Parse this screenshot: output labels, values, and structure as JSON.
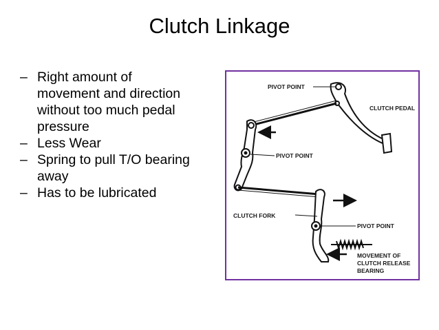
{
  "slide": {
    "title": "Clutch Linkage",
    "bullets": [
      {
        "dash": "–",
        "lines": [
          "Right amount of",
          "movement and direction",
          "without too much pedal",
          "pressure"
        ]
      },
      {
        "dash": "–",
        "lines": [
          "Less Wear"
        ]
      },
      {
        "dash": "–",
        "lines": [
          "Spring to pull T/O bearing",
          "away"
        ]
      },
      {
        "dash": "–",
        "lines": [
          "Has to be lubricated"
        ]
      }
    ]
  },
  "diagram": {
    "border_color": "#7030a0",
    "labels": {
      "pivot_top": "PIVOT POINT",
      "clutch_pedal": "CLUTCH PEDAL",
      "pivot_mid": "PIVOT POINT",
      "clutch_fork": "CLUTCH FORK",
      "pivot_bottom": "PIVOT POINT",
      "movement_line1": "MOVEMENT OF",
      "movement_line2": "CLUTCH RELEASE",
      "movement_line3": "BEARING"
    }
  }
}
